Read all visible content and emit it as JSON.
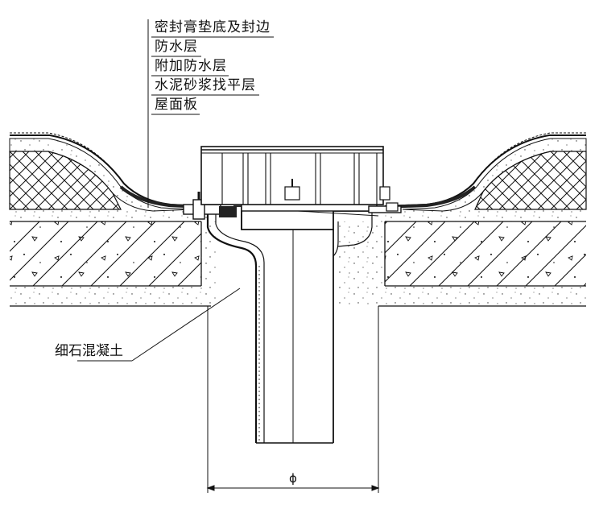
{
  "diagram": {
    "layer_labels": [
      "密封膏垫底及封边",
      "防水层",
      "附加防水层",
      "水泥砂浆找平层",
      "屋面板"
    ],
    "concrete_label": "细石混凝土",
    "dimension_symbol": "ϕ"
  },
  "colors": {
    "line": "#111111",
    "fill": "#ffffff",
    "membrane": "#222222"
  }
}
